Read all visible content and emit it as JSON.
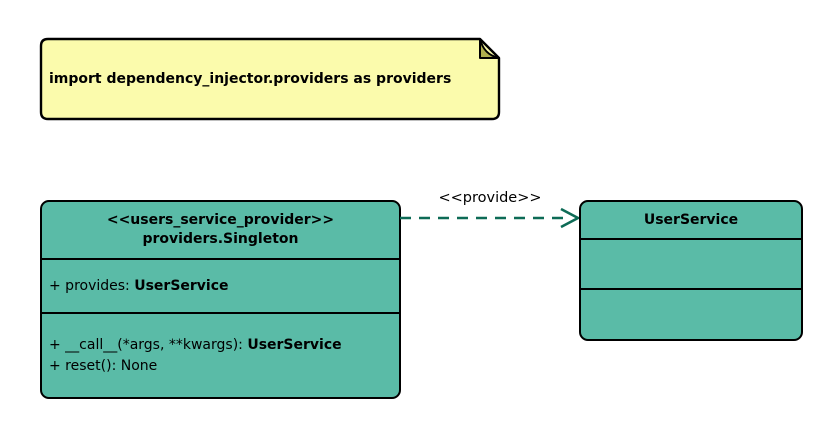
{
  "note": {
    "text": "import dependency_injector.providers as providers"
  },
  "classes": [
    {
      "stereotype": "<<users_service_provider>>",
      "name": "providers.Singleton",
      "attributes": [
        {
          "text": "+ provides: ",
          "emph": "UserService"
        }
      ],
      "methods": [
        {
          "text": "+ __call__(*args, **kwargs): ",
          "emph": "UserService"
        },
        {
          "text": "+ reset(): None",
          "emph": ""
        }
      ]
    },
    {
      "stereotype": "",
      "name": "UserService",
      "attributes": [],
      "methods": []
    }
  ],
  "edge": {
    "label": "<<provide>>",
    "from": "providers.Singleton",
    "to": "UserService",
    "style": "dashed-open-arrow"
  },
  "colors": {
    "class_fill": "#5ABBA7",
    "border": "#000000",
    "arrow": "#0D6B56",
    "note_fill": "#FBFBAC",
    "note_fold": "#AFAF4E",
    "text": "#000000",
    "background": "#FFFFFF"
  }
}
